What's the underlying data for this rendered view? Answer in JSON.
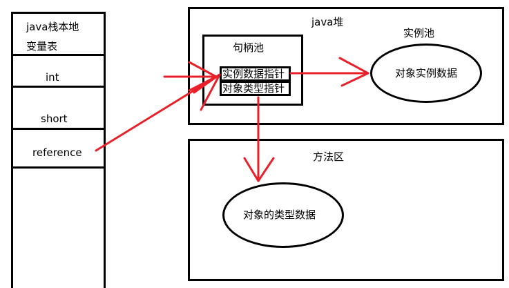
{
  "stack": {
    "title_line1": "java栈本地",
    "title_line2": "变量表",
    "slots": [
      "int",
      "short",
      "reference"
    ]
  },
  "heap": {
    "title": "java堆",
    "handle_pool": {
      "title": "句柄池",
      "instance_ptr": "实例数据指针",
      "type_ptr": "对象类型指针"
    },
    "instance_pool": {
      "title": "实例池",
      "ellipse_label": "对象实例数据"
    }
  },
  "method_area": {
    "title": "方法区",
    "ellipse_label": "对象的类型数据"
  },
  "colors": {
    "arrow": "#e8202a",
    "stroke": "#000000"
  }
}
